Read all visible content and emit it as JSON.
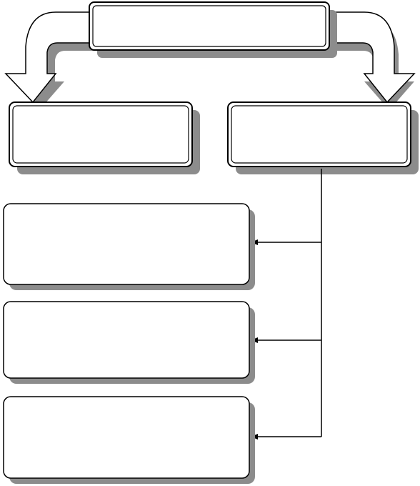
{
  "diagram": {
    "title": "",
    "nodes": {
      "top": {
        "label": ""
      },
      "left": {
        "label": ""
      },
      "right": {
        "label": ""
      },
      "sub1": {
        "label": ""
      },
      "sub2": {
        "label": ""
      },
      "sub3": {
        "label": ""
      }
    },
    "edges": [
      {
        "from": "top",
        "to": "left",
        "style": "block-arrow"
      },
      {
        "from": "top",
        "to": "right",
        "style": "block-arrow"
      },
      {
        "from": "right",
        "to": "sub1",
        "style": "line-arrow"
      },
      {
        "from": "right",
        "to": "sub2",
        "style": "line-arrow"
      },
      {
        "from": "right",
        "to": "sub3",
        "style": "line-arrow"
      }
    ],
    "colors": {
      "stroke": "#000000",
      "fill": "#ffffff",
      "shadow": "#8c8c8c"
    }
  }
}
